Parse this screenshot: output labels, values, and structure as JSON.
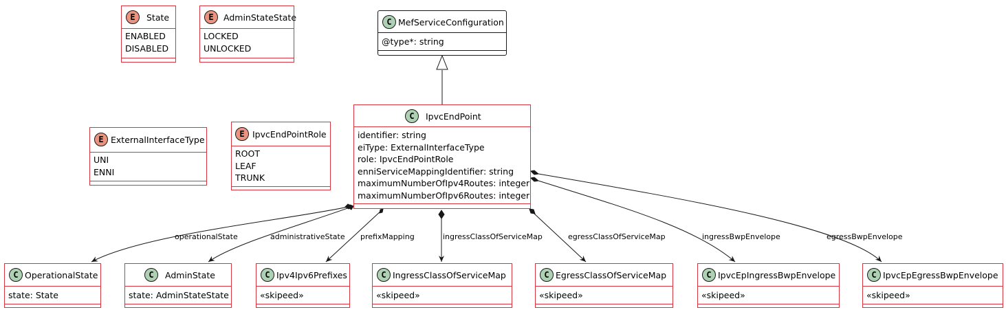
{
  "enums": [
    {
      "id": "state",
      "name": "State",
      "values": [
        "ENABLED",
        "DISABLED"
      ]
    },
    {
      "id": "admin-state-state",
      "name": "AdminStateState",
      "values": [
        "LOCKED",
        "UNLOCKED"
      ]
    },
    {
      "id": "external-interface-type",
      "name": "ExternalInterfaceType",
      "values": [
        "UNI",
        "ENNI"
      ]
    },
    {
      "id": "ipvc-end-point-role",
      "name": "IpvcEndPointRole",
      "values": [
        "ROOT",
        "LEAF",
        "TRUNK"
      ]
    }
  ],
  "base_class": {
    "name": "MefServiceConfiguration",
    "attrs": [
      "@type*: string"
    ]
  },
  "main_class": {
    "name": "IpvcEndPoint",
    "attrs": [
      "identifier: string",
      "eiType: ExternalInterfaceType",
      "role: IpvcEndPointRole",
      "enniServiceMappingIdentifier: string",
      "maximumNumberOfIpv4Routes: integer",
      "maximumNumberOfIpv6Routes: integer"
    ]
  },
  "children": [
    {
      "name": "OperationalState",
      "attr": "state: State",
      "relation": "operationalState"
    },
    {
      "name": "AdminState",
      "attr": "state: AdminStateState",
      "relation": "administrativeState"
    },
    {
      "name": "Ipv4Ipv6Prefixes",
      "attr": "«skipeed»",
      "relation": "prefixMapping"
    },
    {
      "name": "IngressClassOfServiceMap",
      "attr": "«skipeed»",
      "relation": "ingressClassOfServiceMap"
    },
    {
      "name": "EgressClassOfServiceMap",
      "attr": "«skipeed»",
      "relation": "egressClassOfServiceMap"
    },
    {
      "name": "IpvcEpIngressBwpEnvelope",
      "attr": "«skipeed»",
      "relation": "ingressBwpEnvelope"
    },
    {
      "name": "IpvcEpEgressBwpEnvelope",
      "attr": "«skipeed»",
      "relation": "egressBwpEnvelope"
    }
  ],
  "icons": {
    "class_letter": "C",
    "enum_letter": "E"
  },
  "colors": {
    "border": "#d9333f",
    "class_icon": "#add1b2",
    "enum_icon": "#eb937f",
    "line": "#181818"
  }
}
